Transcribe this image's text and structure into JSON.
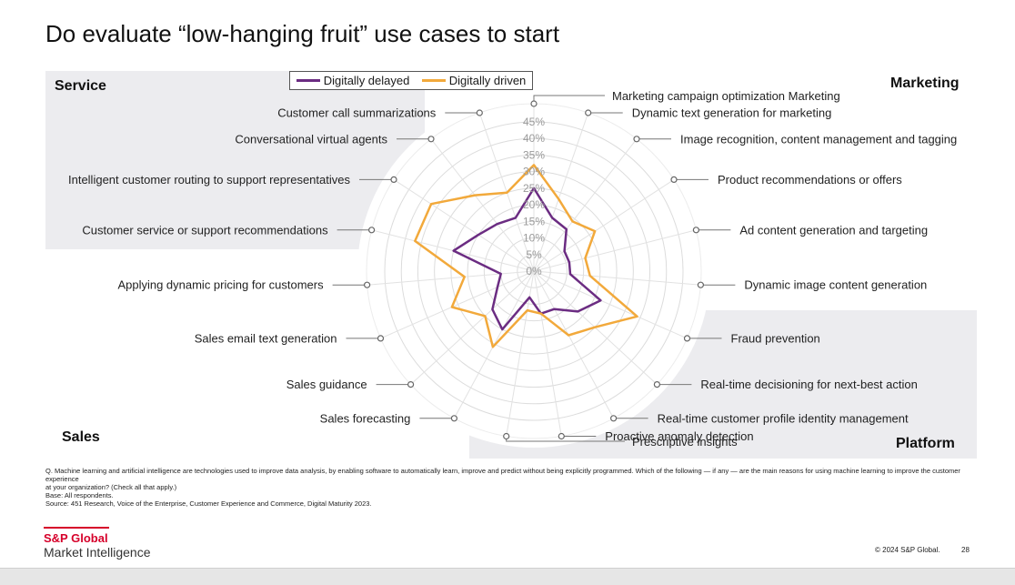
{
  "title": "Do evaluate “low-hanging fruit” use cases to start",
  "corners": {
    "service": "Service",
    "marketing": "Marketing",
    "sales": "Sales",
    "platform": "Platform"
  },
  "colors": {
    "delayed": "#6b2c82",
    "driven": "#f2a93b",
    "panel": "#ececef",
    "brand": "#d6002a"
  },
  "chart_data": {
    "type": "radar",
    "title": "",
    "rmax": 45,
    "ticks": [
      "0%",
      "5%",
      "10%",
      "15%",
      "20%",
      "25%",
      "30%",
      "35%",
      "40%",
      "45%"
    ],
    "categories": [
      "Marketing campaign optimization Marketing",
      "Dynamic text generation for marketing",
      "Image recognition, content management and tagging",
      "Product recommendations or offers",
      "Ad content generation and targeting",
      "Dynamic image content generation",
      "Fraud prevention",
      "Real-time decisioning for next-best action",
      "Real-time customer profile identity management",
      "Proactive anomaly detection",
      "Prescriptive insights",
      "Sales forecasting",
      "Sales guidance",
      "Sales email text generation",
      "Applying dynamic pricing for customers",
      "Customer service or support recommendations",
      "Intelligent customer routing to support representatives",
      "Conversational virtual agents",
      "Customer call summarizations"
    ],
    "series": [
      {
        "name": "Digitally delayed",
        "values": [
          25,
          17,
          16,
          11,
          11,
          11,
          22,
          18,
          13,
          13,
          8,
          20,
          17,
          12,
          10,
          25,
          20,
          18,
          17
        ]
      },
      {
        "name": "Digitally driven",
        "values": [
          32,
          23,
          19,
          22,
          16,
          17,
          34,
          25,
          22,
          13,
          12,
          26,
          20,
          27,
          21,
          37,
          37,
          29,
          25
        ]
      }
    ]
  },
  "footnote": {
    "question": "Q. Machine learning and artificial intelligence are technologies used to improve data analysis, by enabling software to automatically learn, improve and predict without being explicitly programmed. Which of the following — if any — are the main reasons for using machine learning to improve the customer experience",
    "question2": "at your organization? (Check all that apply.)",
    "base": "Base: All respondents.",
    "source": "Source: 451 Research, Voice of the Enterprise, Customer Experience and Commerce, Digital Maturity 2023."
  },
  "logo": {
    "top": "S&P Global",
    "bottom": "Market Intelligence"
  },
  "copyright": "© 2024 S&P Global.",
  "page_number": "28"
}
